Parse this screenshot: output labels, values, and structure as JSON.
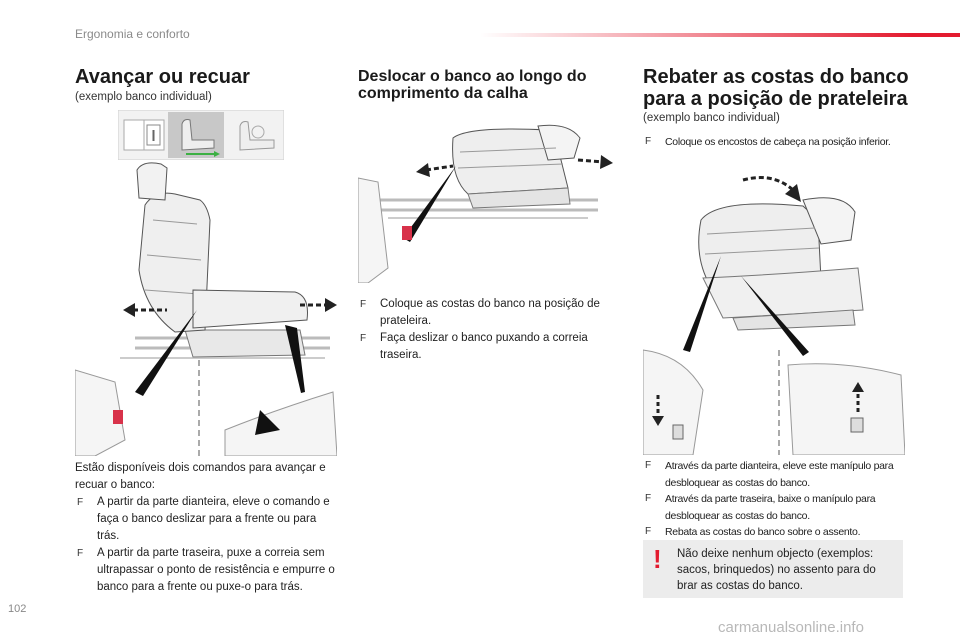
{
  "header": {
    "section": "Ergonomia e conforto",
    "accent_color": "#e31b2f"
  },
  "col1": {
    "title": "Avançar ou recuar",
    "subtitle": "(exemplo banco individual)",
    "intro": "Estão disponíveis dois comandos para avançar e recuar o banco:",
    "bullets": [
      "A partir da parte dianteira, eleve o comando e faça o banco deslizar para a frente ou para trás.",
      "A partir da parte traseira, puxe a correia sem ultrapassar o ponto de resistência e empurre o banco para a frente ou puxe-o para trás."
    ]
  },
  "col2": {
    "title": "Deslocar o banco ao longo do comprimento da calha",
    "bullets": [
      "Coloque as costas do banco na posição de prateleira.",
      "Faça deslizar o banco puxando a correia traseira."
    ]
  },
  "col3": {
    "title": "Rebater as costas do banco para a posição de prateleira",
    "subtitle": "(exemplo banco individual)",
    "bullets_top": [
      "Coloque os encostos de cabeça na posição inferior."
    ],
    "bullets_bottom": [
      "Através da parte dianteira, eleve este manípulo para desbloquear as costas do banco.",
      "Através da parte traseira, baixe o manípulo para desbloquear as costas do banco.",
      "Rebata as costas do banco sobre o assento."
    ],
    "warning": "Não deixe nenhum objecto (exemplos: sacos, brinquedos) no assento para do brar as costas do banco.",
    "warning_mark": "!"
  },
  "bullet_mark": "F",
  "page_number": "102",
  "watermark": "carmanualsonline.info"
}
